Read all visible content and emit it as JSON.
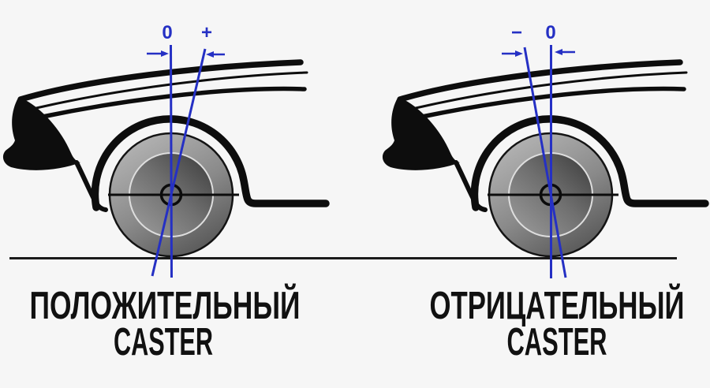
{
  "diagram": {
    "title_semantic": "caster angle comparison diagram",
    "panels": {
      "left": {
        "zero_label": "0",
        "sign_label": "+",
        "caption_line1": "ПОЛОЖИТЕЛЬНЫЙ",
        "caption_line2": "CASTER"
      },
      "right": {
        "sign_label": "−",
        "zero_label": "0",
        "caption_line1": "ОТРИЦАТЕЛЬНЫЙ",
        "caption_line2": "CASTER"
      }
    },
    "colors": {
      "background": "#f6f6f6",
      "ink": "#0d0d0d",
      "accent_blue": "#2530c4",
      "ground": "#1a1a1a",
      "tire_light": "#b8b8b8",
      "tire_dark": "#565656",
      "disc_light": "#989898",
      "disc_dark": "#454545"
    }
  }
}
